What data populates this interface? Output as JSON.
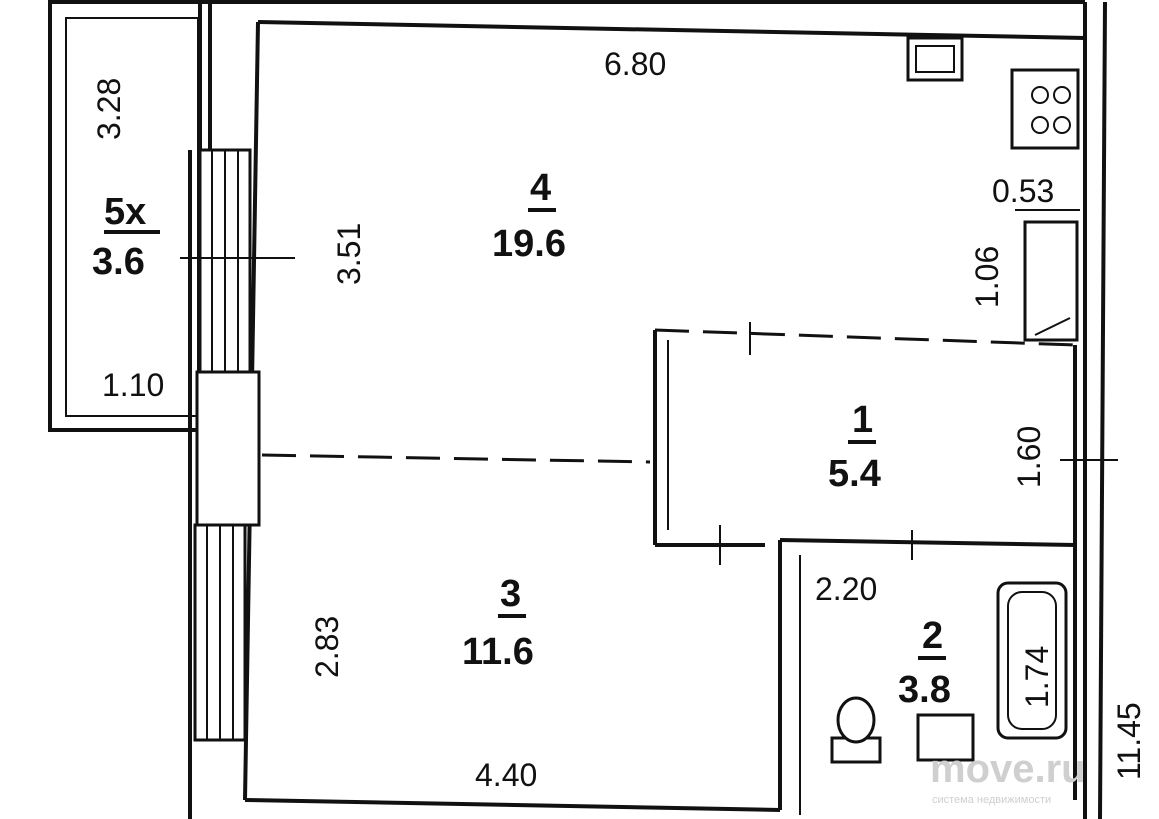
{
  "rooms": {
    "r5": {
      "number": "5х",
      "area": "3.6"
    },
    "r4": {
      "number": "4",
      "area": "19.6"
    },
    "r1": {
      "number": "1",
      "area": "5.4"
    },
    "r3": {
      "number": "3",
      "area": "11.6"
    },
    "r2": {
      "number": "2",
      "area": "3.8"
    }
  },
  "dimensions": {
    "d_328": "3.28",
    "d_680": "6.80",
    "d_053": "0.53",
    "d_106": "1.06",
    "d_351": "3.51",
    "d_110": "1.10",
    "d_160": "1.60",
    "d_283": "2.83",
    "d_220": "2.20",
    "d_174": "1.74",
    "d_145": "11.45",
    "d_440": "4.40"
  },
  "watermark": {
    "brand": "move.ru",
    "tagline": "система недвижимости"
  }
}
